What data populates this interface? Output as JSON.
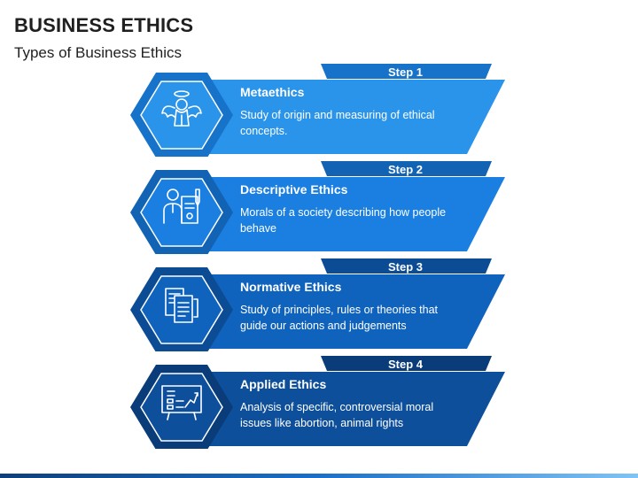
{
  "title": "BUSINESS ETHICS",
  "subtitle": "Types of Business Ethics",
  "colors": {
    "step1_main": "#2a93ea",
    "step1_dark": "#1773c9",
    "step2_main": "#1a7fe0",
    "step2_dark": "#1263b4",
    "step3_main": "#1063bd",
    "step3_dark": "#0b4c95",
    "step4_main": "#0d4f9a",
    "step4_dark": "#093c78",
    "footer": "#1a6fc8"
  },
  "steps": [
    {
      "label": "Step 1",
      "heading": "Metaethics",
      "description": "Study of origin and measuring of ethical concepts.",
      "icon": "angel-devil-icon"
    },
    {
      "label": "Step 2",
      "heading": "Descriptive Ethics",
      "description": "Morals of a society describing how people behave",
      "icon": "person-document-icon"
    },
    {
      "label": "Step 3",
      "heading": "Normative Ethics",
      "description": "Study of principles, rules or theories that guide our actions and judgements",
      "icon": "rules-documents-icon"
    },
    {
      "label": "Step 4",
      "heading": "Applied Ethics",
      "description": "Analysis of specific, controversial moral issues like abortion, animal rights",
      "icon": "presentation-board-icon"
    }
  ]
}
